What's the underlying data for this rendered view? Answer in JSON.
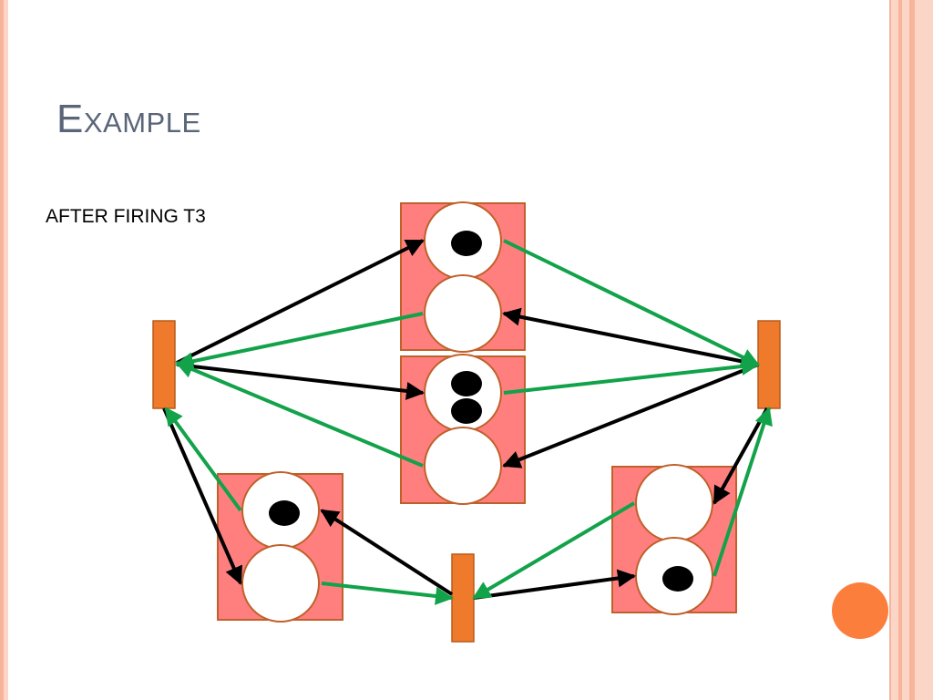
{
  "slide": {
    "title": "Example",
    "subtitle": "AFTER FIRING T3"
  },
  "colors": {
    "place_group_fill": "#ff7f7f",
    "place_group_border": "#c0602a",
    "transition_fill": "#f07a2c",
    "transition_border": "#b85a1a",
    "input_arc": "#12a24a",
    "output_arc": "#000000",
    "token": "#000000",
    "title": "#5a6578",
    "edge_light": "#fbd6c7",
    "edge_mid": "#f7b49a",
    "deco_circle": "#fb7e3c"
  },
  "diagram": {
    "places": [
      {
        "id": "p_top_a",
        "tokens": 1
      },
      {
        "id": "p_top_b",
        "tokens": 0
      },
      {
        "id": "p_mid_a",
        "tokens": 2
      },
      {
        "id": "p_mid_b",
        "tokens": 0
      },
      {
        "id": "p_left_a",
        "tokens": 1
      },
      {
        "id": "p_left_b",
        "tokens": 0
      },
      {
        "id": "p_right_a",
        "tokens": 0
      },
      {
        "id": "p_right_b",
        "tokens": 1
      }
    ],
    "transitions": [
      "t_left",
      "t_right",
      "t_bottom"
    ],
    "arcs": [
      {
        "from": "t_left",
        "to": "p_top_a",
        "kind": "output"
      },
      {
        "from": "t_left",
        "to": "p_mid_a",
        "kind": "output"
      },
      {
        "from": "t_left",
        "to": "p_left_b",
        "kind": "output"
      },
      {
        "from": "p_top_b",
        "to": "t_left",
        "kind": "input"
      },
      {
        "from": "p_mid_b",
        "to": "t_left",
        "kind": "input"
      },
      {
        "from": "p_left_a",
        "to": "t_left",
        "kind": "input"
      },
      {
        "from": "t_right",
        "to": "p_top_b",
        "kind": "output"
      },
      {
        "from": "t_right",
        "to": "p_mid_b",
        "kind": "output"
      },
      {
        "from": "t_right",
        "to": "p_right_a",
        "kind": "output"
      },
      {
        "from": "p_top_a",
        "to": "t_right",
        "kind": "input"
      },
      {
        "from": "p_mid_a",
        "to": "t_right",
        "kind": "input"
      },
      {
        "from": "p_right_b",
        "to": "t_right",
        "kind": "input"
      },
      {
        "from": "t_bottom",
        "to": "p_left_a",
        "kind": "output"
      },
      {
        "from": "t_bottom",
        "to": "p_right_b",
        "kind": "output"
      },
      {
        "from": "p_left_b",
        "to": "t_bottom",
        "kind": "input"
      },
      {
        "from": "p_right_a",
        "to": "t_bottom",
        "kind": "input"
      }
    ]
  }
}
